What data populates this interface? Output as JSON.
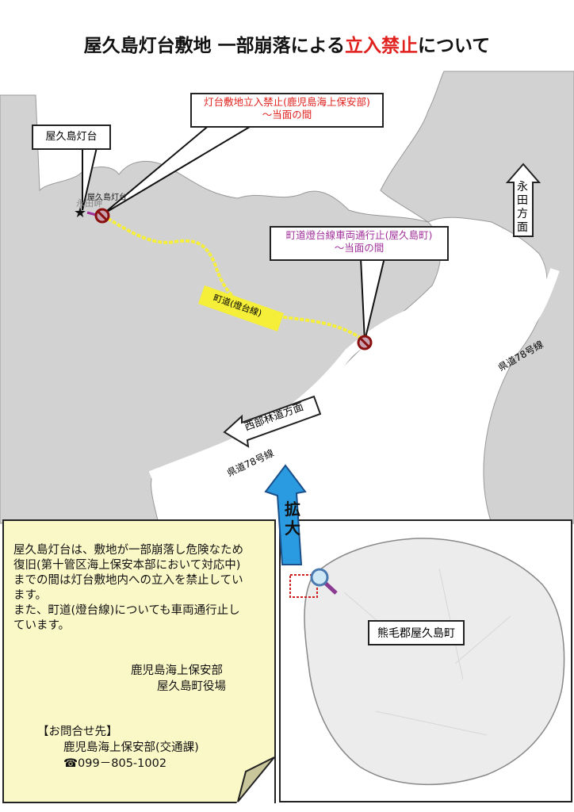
{
  "title": {
    "part1": "屋久島灯台敷地 一部崩落による",
    "part2": "立入禁止",
    "part3": "について"
  },
  "colors": {
    "accent_red": "#e0201c",
    "purple": "#a0309a",
    "land": "#d2d2d2",
    "road_yellow": "#f5ef3a",
    "note_bg": "#fbf8c8",
    "arrow_blue": "#2a9be0"
  },
  "map": {
    "lighthouse_label": "屋久島灯台",
    "map_label_cape": "永田岬",
    "map_label_lighthouse": "屋久島灯台",
    "callout_lighthouse": {
      "line1": "灯台敷地立入禁止(鹿児島海上保安部)",
      "line2": "～当面の間"
    },
    "callout_road": {
      "line1": "町道燈台線車両通行止(屋久島町)",
      "line2": "～当面の間"
    },
    "road_label": "町道(燈台線)",
    "route_upper": "県道78号線",
    "route_lower": "県道78号線",
    "direction_nagata": "永田方面",
    "direction_seibu": "西部林道方面",
    "zoom_label": "拡大",
    "icons": [
      "no-entry-icon",
      "star-icon",
      "magnifier-icon",
      "arrow-up-icon",
      "arrow-left-icon"
    ]
  },
  "note": {
    "lines": [
      "屋久島灯台は、敷地が一部崩落し危険なため",
      "復旧(第十管区海上保安本部において対応中)",
      "までの間は灯台敷地内への立入を禁止してい",
      "ます。",
      "また、町道(燈台線)についても車両通行止し",
      "ています。"
    ],
    "org1": "鹿児島海上保安部",
    "org2": "屋久島町役場",
    "contact_heading": "【お問合せ先】",
    "contact_org": "鹿児島海上保安部(交通課)",
    "contact_phone": "☎099－805-1002"
  },
  "inset": {
    "label": "熊毛郡屋久島町"
  }
}
